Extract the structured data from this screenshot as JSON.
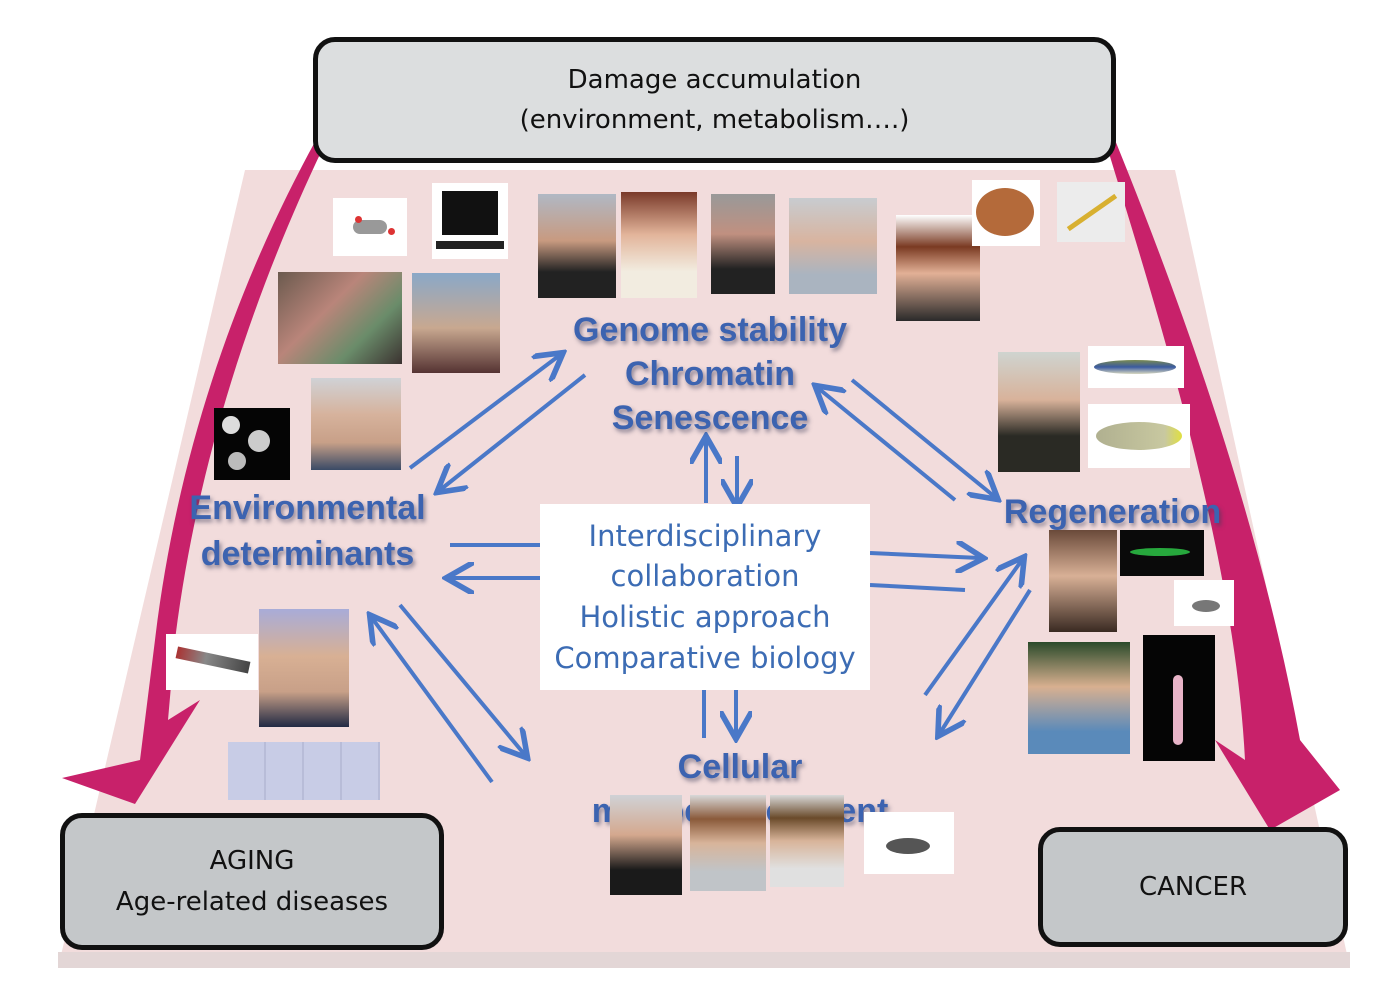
{
  "top_box": {
    "line1": "Damage accumulation",
    "line2": "(environment, metabolism….)"
  },
  "outcomes": {
    "left": {
      "line1": "AGING",
      "line2": "Age-related diseases"
    },
    "right": {
      "line1": "CANCER"
    }
  },
  "themes": {
    "genome": [
      "Genome stability",
      "Chromatin",
      "Senescence"
    ],
    "environmental": [
      "Environmental",
      "determinants"
    ],
    "regeneration": "Regeneration",
    "microenvironment": "Cellular microenvironment"
  },
  "center_box": [
    "Interdisciplinary",
    "collaboration",
    "Holistic approach",
    "Comparative biology"
  ],
  "images": {
    "environmental": [
      "molecule-image",
      "computer-image",
      "coral-image",
      "researcher-portrait",
      "yeast-cells-image",
      "researcher-portrait"
    ],
    "genome": [
      "researcher-portrait",
      "researcher-portrait",
      "researcher-portrait",
      "researcher-portrait",
      "researcher-portrait",
      "mitochondrion-image",
      "dna-helix-image"
    ],
    "regeneration": [
      "researcher-portrait",
      "zebrafish-image",
      "killifish-image",
      "researcher-portrait",
      "fluorescent-larva-image",
      "mouse-image",
      "researcher-portrait",
      "hydra-image"
    ],
    "aging": [
      "blood-sample-image",
      "researcher-portrait",
      "tissue-histology-image"
    ],
    "microenvironment": [
      "researcher-portrait",
      "researcher-portrait",
      "researcher-portrait",
      "mouse-image"
    ]
  },
  "colors": {
    "background_trapezoid": "#f2dcdc",
    "flow_arrow": "#c8216a",
    "relation_arrow": "#4a78c8",
    "label_text": "#3c63b0",
    "box_fill": "#c4c7c9",
    "box_border": "#111111"
  }
}
